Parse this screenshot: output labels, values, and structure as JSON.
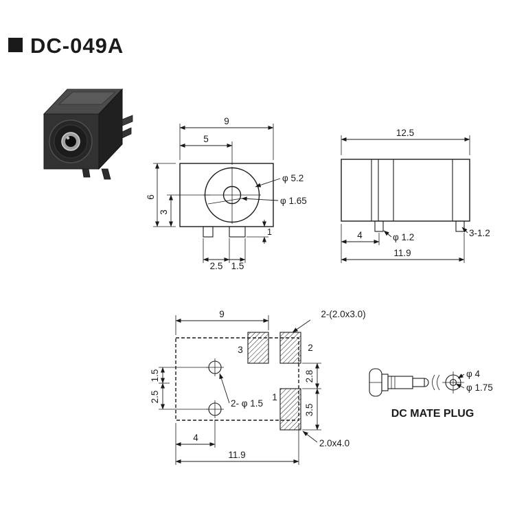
{
  "page": {
    "title": "DC-049A"
  },
  "front_view": {
    "dim_overall_width": "9",
    "dim_center_from_left": "5",
    "dim_overall_height": "6",
    "dim_center_from_bottom": "3",
    "dim_pin_protrusion": "1",
    "dim_pin_spacing": "2.5",
    "dim_pin_width": "1.5",
    "label_barrel_dia": "φ 5.2",
    "label_pin_dia": "φ 1.65"
  },
  "side_view": {
    "dim_overall_width": "12.5",
    "dim_pin_from_left": "4",
    "label_pin_dia": "φ 1.2",
    "label_side_pins": "3-1.2",
    "dim_body_width": "11.9"
  },
  "layout_view": {
    "dim_pad_span": "9",
    "label_pads": "2-(2.0x3.0)",
    "pad_number_3": "3",
    "pad_number_2": "2",
    "pad_number_1": "1",
    "dim_right_upper": "2.8",
    "dim_right_lower": "3.5",
    "dim_left_upper": "1.5",
    "dim_left_lower": "2.5",
    "label_holes": "2- φ 1.5",
    "dim_hole_from_left": "4",
    "dim_overall_width": "11.9",
    "label_pad1_size": "2.0x4.0"
  },
  "plug_view": {
    "label_outer_dia": "φ 4",
    "label_pin_dia": "φ 1.75",
    "caption": "DC MATE PLUG"
  }
}
